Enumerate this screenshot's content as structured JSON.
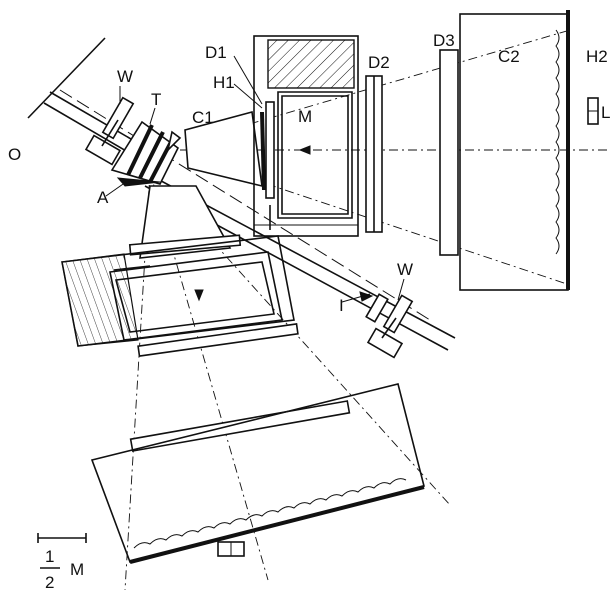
{
  "labels": {
    "O": "O",
    "W_top": "W",
    "T": "T",
    "A": "A",
    "C1": "C1",
    "D1": "D1",
    "H1": "H1",
    "M": "M",
    "D2": "D2",
    "D3": "D3",
    "C2": "C2",
    "H2": "H2",
    "L": "L",
    "W_bottom": "W",
    "I": "I"
  },
  "scale": {
    "numerator": "1",
    "denominator": "2",
    "unit": "M"
  }
}
